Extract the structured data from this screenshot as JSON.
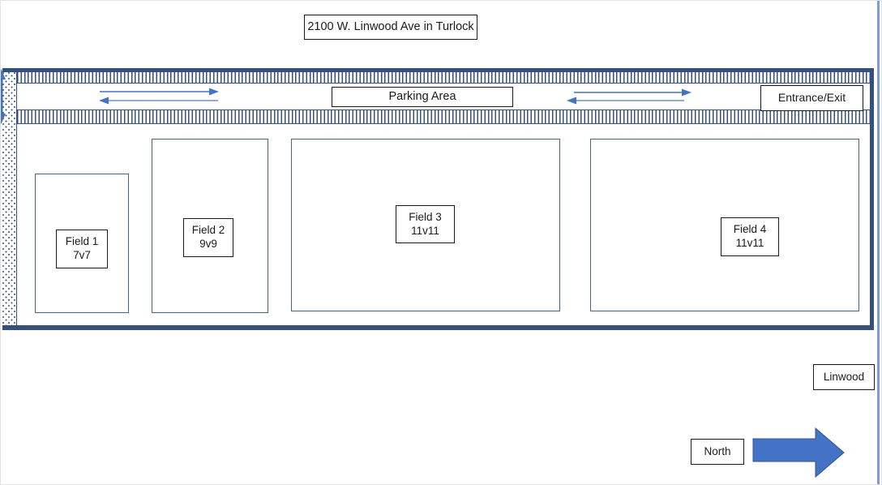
{
  "title": "2100 W. Linwood Ave in Turlock",
  "parking": {
    "label": "Parking Area"
  },
  "entrance": {
    "label": "Entrance/Exit"
  },
  "fields": [
    {
      "name": "Field 1",
      "format": "7v7"
    },
    {
      "name": "Field 2",
      "format": "9v9"
    },
    {
      "name": "Field 3",
      "format": "11v11"
    },
    {
      "name": "Field 4",
      "format": "11v11"
    }
  ],
  "street": {
    "label": "Linwood"
  },
  "compass": {
    "label": "North"
  },
  "icons": {
    "two_way_traffic_left": "double-headed-horizontal-arrows",
    "two_way_traffic_right": "double-headed-horizontal-arrows",
    "side_road_arrow": "vertical-double-arrow-clipped",
    "north_arrow": "large-right-block-arrow"
  },
  "colors": {
    "outline_navy": "#35507E",
    "field_border": "#456383",
    "arrow_blue": "#4472C4",
    "arrow_light_blue": "#6F8FD0",
    "page_edge_blue": "#7D9BD2",
    "label_border": "#1A1A1A"
  }
}
